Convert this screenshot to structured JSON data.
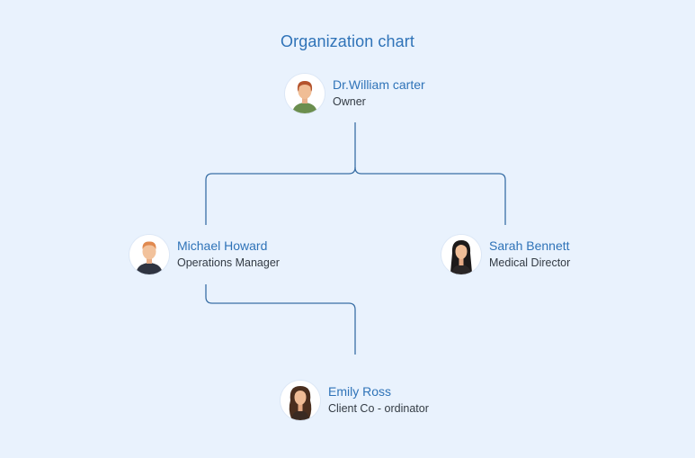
{
  "chart": {
    "title": "Organization chart"
  },
  "nodes": {
    "owner": {
      "name": "Dr.William carter",
      "role": "Owner"
    },
    "operations": {
      "name": "Michael Howard",
      "role": "Operations Manager"
    },
    "medical": {
      "name": "Sarah Bennett",
      "role": "Medical Director"
    },
    "client": {
      "name": "Emily Ross",
      "role": "Client Co - ordinator"
    }
  },
  "colors": {
    "background": "#e9f2fd",
    "accent": "#2f73b8",
    "connector": "#3a6fa5",
    "text": "#333b44"
  }
}
